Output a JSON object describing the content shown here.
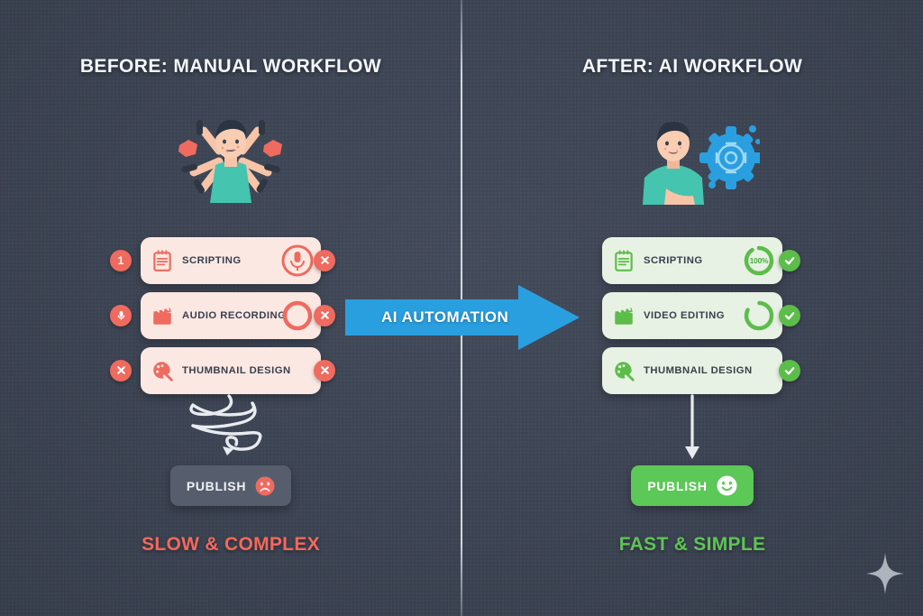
{
  "theme": {
    "background": "#3b4352",
    "divider": "#e2e8f0",
    "red": "#ef6a5f",
    "green": "#5cbd4a",
    "blue": "#29a1e8",
    "card_bad_bg": "#fce8e3",
    "card_good_bg": "#e8f2e4",
    "text_dark": "#39404d",
    "text_light": "#f3f6fa"
  },
  "left": {
    "heading": "BEFORE: MANUAL WORKFLOW",
    "hero_icon": "overwhelmed-multitasking-person-icon",
    "flow_icon": "tangled-squiggly-arrow-icon",
    "tasks": [
      {
        "label": "SCRIPTING",
        "icon": "notepad-icon",
        "lead_badge": "number-badge",
        "lead_badge_text": "1",
        "trail_badge": "x-mark-icon",
        "ring": "microphone-ring-icon",
        "ring_text": ""
      },
      {
        "label": "AUDIO RECORDING",
        "icon": "clapperboard-icon",
        "lead_badge": "microphone-icon",
        "lead_badge_text": "",
        "trail_badge": "x-mark-icon",
        "ring": "empty-progress-ring-icon",
        "ring_text": ""
      },
      {
        "label": "THUMBNAIL DESIGN",
        "icon": "palette-icon",
        "lead_badge": "x-mark-icon",
        "lead_badge_text": "",
        "trail_badge": "x-mark-icon",
        "ring": "",
        "ring_text": ""
      }
    ],
    "publish": {
      "label": "PUBLISH",
      "emoji": "sad-face-icon"
    },
    "caption": "SLOW & COMPLEX"
  },
  "right": {
    "heading": "AFTER: AI WORKFLOW",
    "hero_icon": "relaxed-person-with-ai-gear-icon",
    "flow_icon": "straight-down-arrow-icon",
    "tasks": [
      {
        "label": "SCRIPTING",
        "icon": "notepad-icon",
        "trail_badge": "check-mark-icon",
        "ring": "progress-ring-icon",
        "ring_text": "100%"
      },
      {
        "label": "VIDEO EDITING",
        "icon": "clapperboard-icon",
        "trail_badge": "check-mark-icon",
        "ring": "progress-ring-icon",
        "ring_text": ""
      },
      {
        "label": "THUMBNAIL DESIGN",
        "icon": "palette-icon",
        "trail_badge": "check-mark-icon",
        "ring": "",
        "ring_text": ""
      }
    ],
    "publish": {
      "label": "PUBLISH",
      "emoji": "smiley-face-icon"
    },
    "caption": "FAST & SIMPLE"
  },
  "center": {
    "arrow_label": "AI AUTOMATION",
    "arrow_icon": "right-arrow-banner-icon"
  },
  "watermark": {
    "icon": "sparkle-star-icon"
  }
}
